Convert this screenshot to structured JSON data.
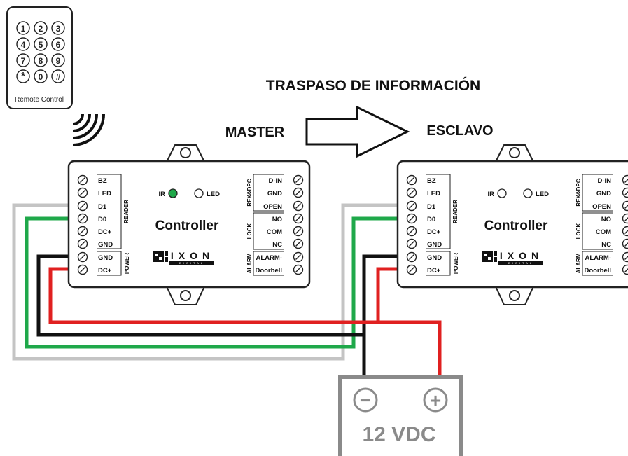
{
  "diagram": {
    "title": "TRASPASO DE INFORMACIÓN",
    "remote": {
      "keys": [
        "1",
        "2",
        "3",
        "4",
        "5",
        "6",
        "7",
        "8",
        "9",
        "*",
        "0",
        "#"
      ],
      "label": "Remote Control"
    },
    "master_label": "MASTER",
    "slave_label": "ESCLAVO",
    "power_supply": {
      "label": "12 VDC",
      "minus": "−",
      "plus": "+"
    },
    "controller": {
      "name": "Controller",
      "brand": "IXON",
      "brand_sub": "DIGITAL",
      "ir_label": "IR",
      "led_label": "LED",
      "reader_group": "READER",
      "power_group": "POWER",
      "rex_group": "REX&DPC",
      "lock_group": "LOCK",
      "alarm_group": "ALARM",
      "left_terminals": [
        "BZ",
        "LED",
        "D1",
        "D0",
        "DC+",
        "GND",
        "GND",
        "DC+"
      ],
      "right_terminals": [
        "D-IN",
        "GND",
        "OPEN",
        "NO",
        "COM",
        "NC",
        "ALARM-",
        "Doorbell"
      ]
    },
    "colors": {
      "wire_red": "#e02020",
      "wire_black": "#111111",
      "wire_green": "#1fa84a",
      "wire_gray": "#c4c4c4",
      "ir_active": "#1fa84a",
      "psu_gray": "#8a8a8a"
    }
  }
}
